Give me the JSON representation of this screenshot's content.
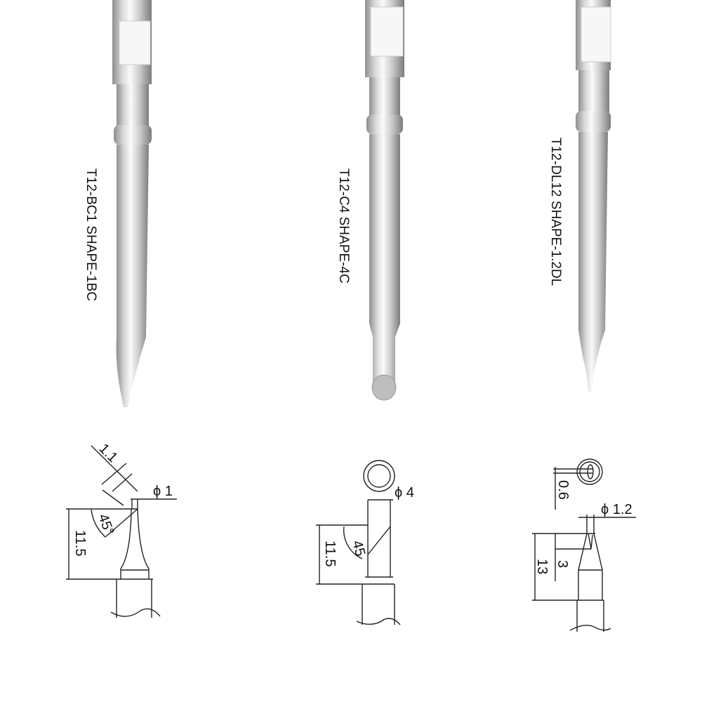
{
  "tips": [
    {
      "model_label": "T12-BC1  SHAPE-1BC",
      "dimensions": {
        "bevel": "1.1",
        "diameter": "ϕ 1",
        "angle": "45°",
        "length": "11.5"
      }
    },
    {
      "model_label": "T12-C4  SHAPE-4C",
      "dimensions": {
        "diameter": "ϕ 4",
        "angle": "45",
        "length": "11.5"
      }
    },
    {
      "model_label": "T12-DL12  SHAPE-1.2DL",
      "dimensions": {
        "thickness": "0.6",
        "diameter": "ϕ 1.2",
        "blade_length": "3",
        "length": "13"
      }
    }
  ],
  "colors": {
    "metal_light": "#f2f2f2",
    "metal_dark": "#9a9a9a",
    "line": "#222222"
  }
}
